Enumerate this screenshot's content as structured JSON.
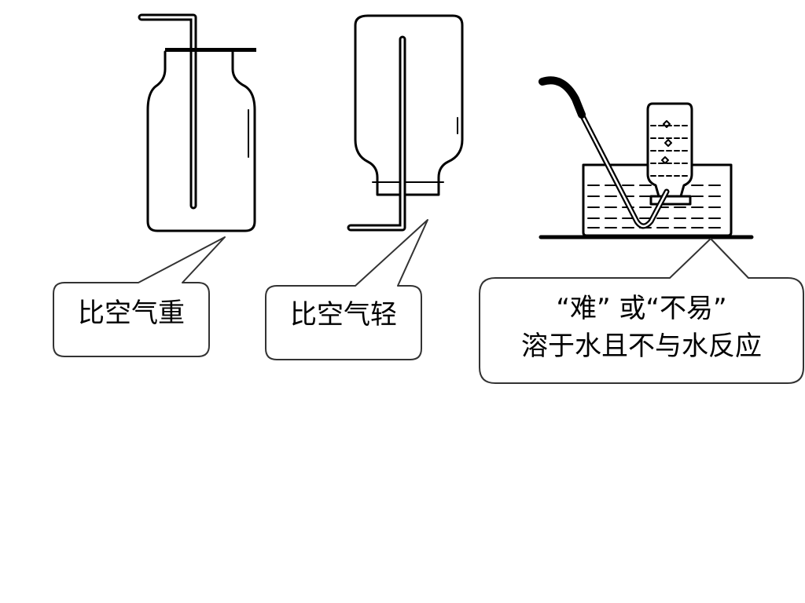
{
  "colors": {
    "ink": "#000000",
    "background": "#ffffff",
    "callout_border": "#333333",
    "water_dash": "#000000"
  },
  "callouts": [
    {
      "id": "heavier",
      "lines": [
        "比空气重"
      ]
    },
    {
      "id": "lighter",
      "lines": [
        "比空气轻"
      ]
    },
    {
      "id": "water",
      "lines": [
        "“难”  或“不易”",
        "溶于水且不与水反应"
      ]
    }
  ],
  "figures": [
    {
      "id": "upward-air-displacement",
      "icon": "gas-collecting-bottle-upright"
    },
    {
      "id": "downward-air-displacement",
      "icon": "gas-collecting-bottle-inverted"
    },
    {
      "id": "water-displacement",
      "icon": "gas-collection-over-water"
    }
  ]
}
